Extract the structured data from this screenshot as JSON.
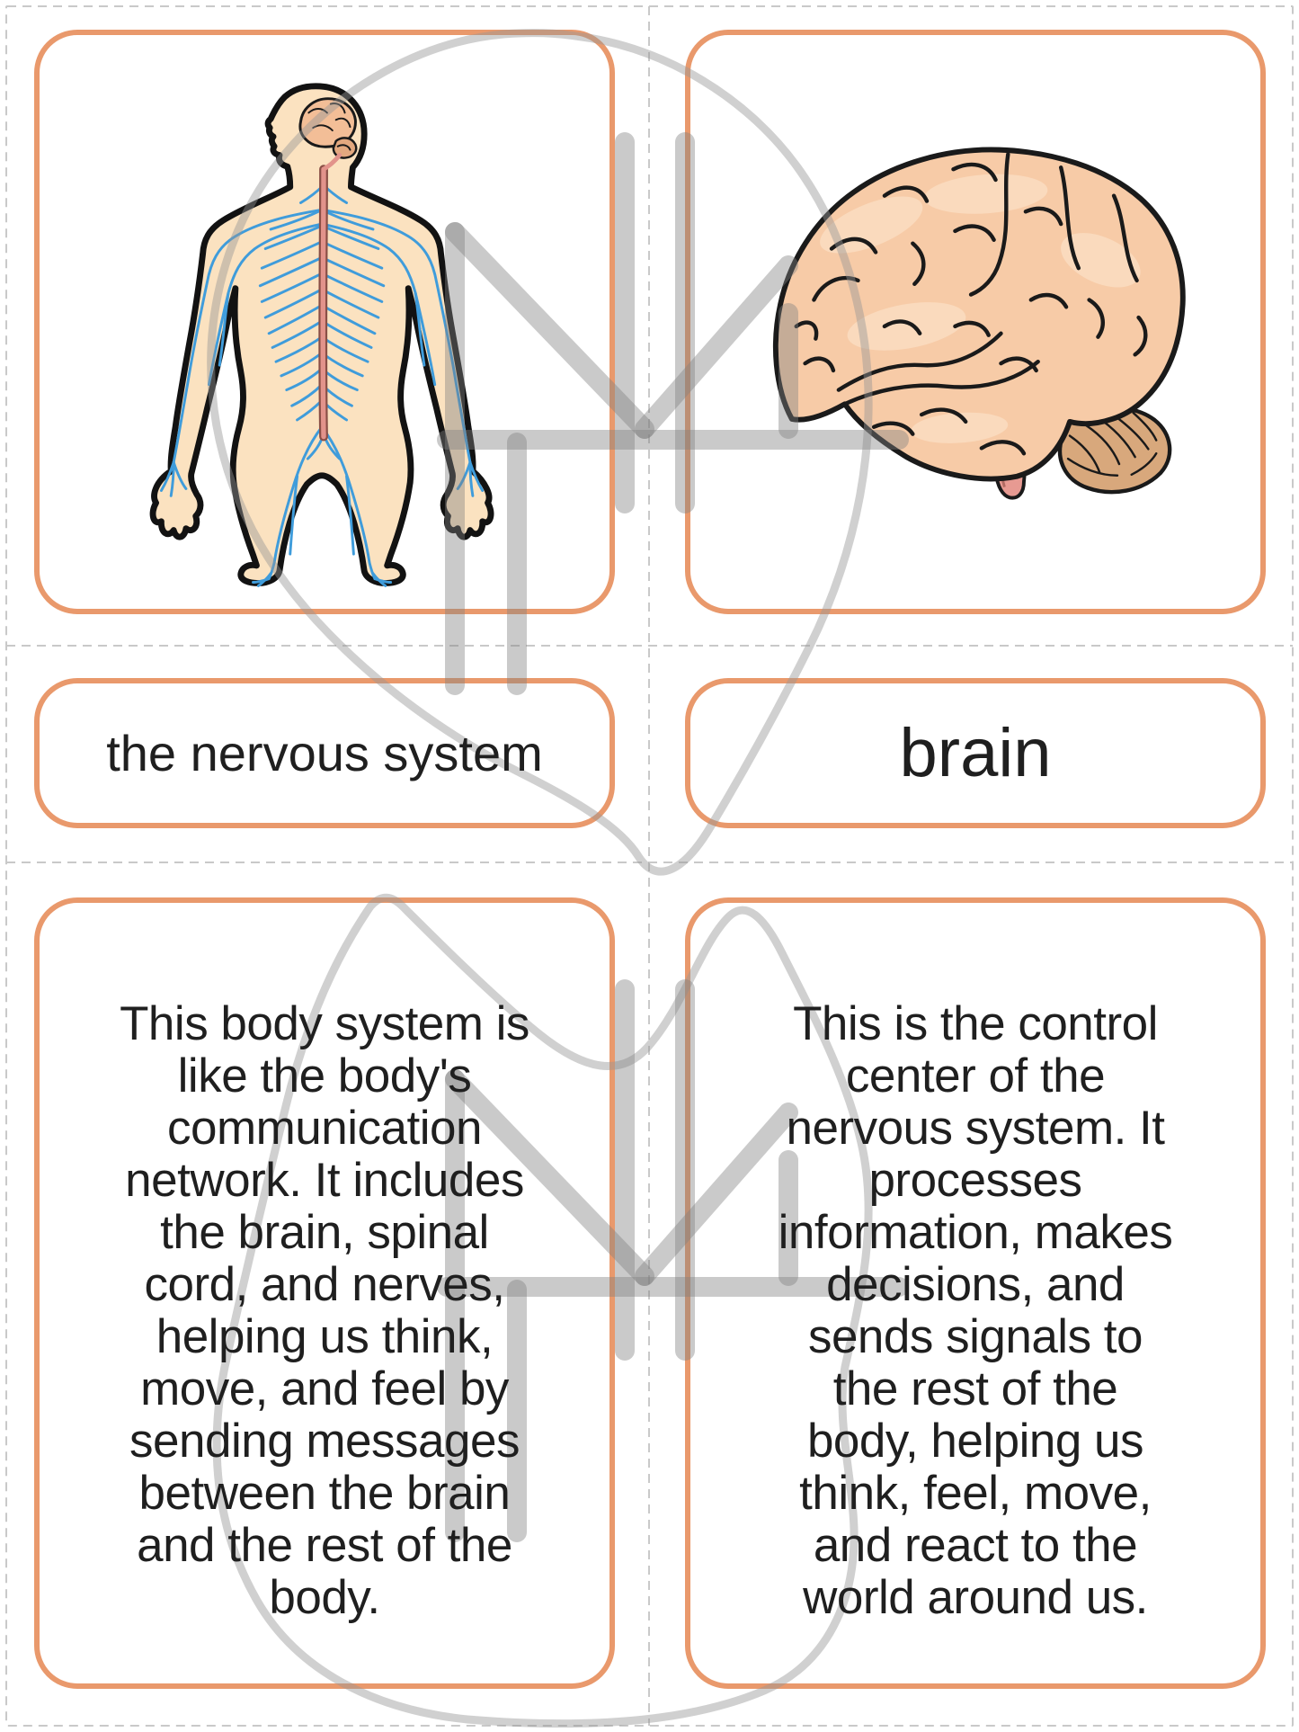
{
  "cards": {
    "label_left": {
      "text": "the nervous system"
    },
    "label_right": {
      "text": "brain"
    },
    "description_left": {
      "text": "This body system is\nlike the body's\ncommunication\nnetwork. It includes\nthe brain, spinal\ncord, and nerves,\nhelping us think,\nmove, and feel by\nsending messages\nbetween the brain\nand the rest of the\nbody."
    },
    "description_right": {
      "text": "This is the control\ncenter of the\nnervous system. It\nprocesses\ninformation, makes\ndecisions, and\nsends signals to\nthe rest of the\nbody, helping us\nthink, feel, move,\nand react to the\nworld around us."
    }
  },
  "colors": {
    "card_border": "#E9996C",
    "cut_line": "#c9c9c9",
    "watermark_gray": "#c4c4c4",
    "text": "#1f1f1f",
    "skin": "#FBE2C0",
    "nerve_blue": "#3F9CDB",
    "spinal_cord_pink": "#E2938B",
    "brain_fill": "#F7CBA7",
    "brain_highlight": "#FBDDC1",
    "cerebellum_tan": "#D8A87C",
    "brainstem_pink": "#E79A92"
  }
}
